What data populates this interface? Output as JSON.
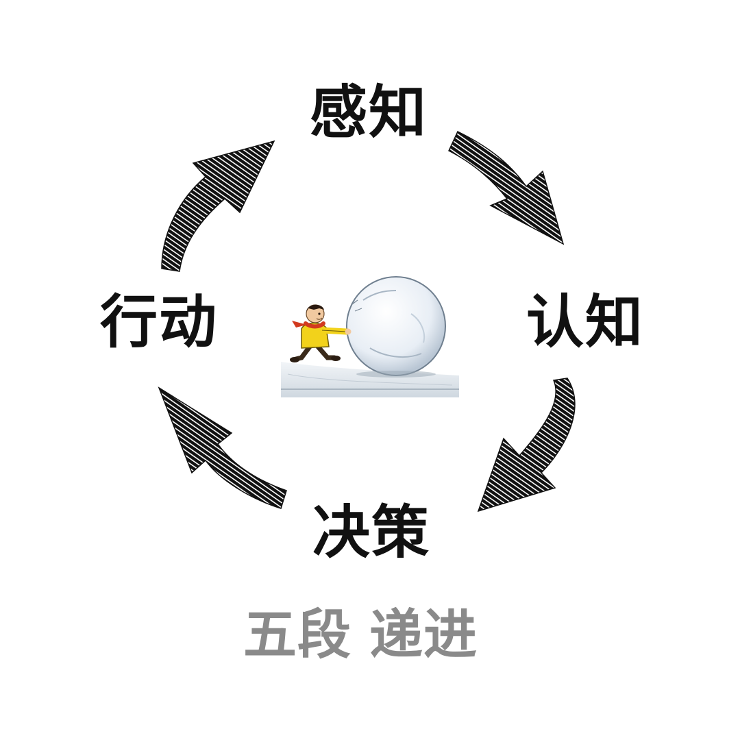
{
  "stages": {
    "top": "感知",
    "right": "认知",
    "bottom": "决策",
    "left": "行动"
  },
  "caption": {
    "part1": "五段",
    "part2": "递进"
  },
  "center_image": {
    "icon": "person-pushing-snowball-illustration"
  },
  "colors": {
    "label": "#111111",
    "caption": "#8a8a8a",
    "arrow": "#111111"
  }
}
